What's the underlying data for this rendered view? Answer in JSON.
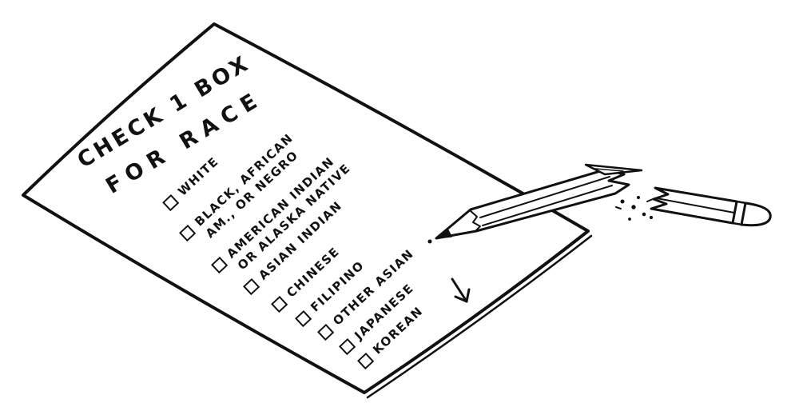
{
  "form": {
    "title": {
      "line1": "CHECK 1 BOX",
      "line2": "FOR RACE"
    },
    "items": [
      {
        "line1": "WHITE",
        "checked": false
      },
      {
        "line1": "BLACK, AFRICAN",
        "line2": "AM., OR NEGRO",
        "checked": false
      },
      {
        "line1": "AMERICAN INDIAN",
        "line2": "OR ALASKA NATIVE",
        "checked": false
      },
      {
        "line1": "ASIAN INDIAN",
        "checked": false
      },
      {
        "line1": "CHINESE",
        "checked": false
      },
      {
        "line1": "FILIPINO",
        "checked": false
      },
      {
        "line1": "OTHER ASIAN",
        "checked": false
      },
      {
        "line1": "JAPANESE",
        "checked": false
      },
      {
        "line1": "KOREAN",
        "checked": false
      }
    ],
    "icons": {
      "checkbox": "empty-checkbox",
      "arrow": "down-right-arrow",
      "pencil_point_piece": "broken-pencil-point",
      "pencil_eraser_piece": "broken-pencil-eraser",
      "debris": "pencil-break-debris"
    },
    "colors": {
      "ink": "#111111",
      "paper": "#ffffff"
    }
  }
}
